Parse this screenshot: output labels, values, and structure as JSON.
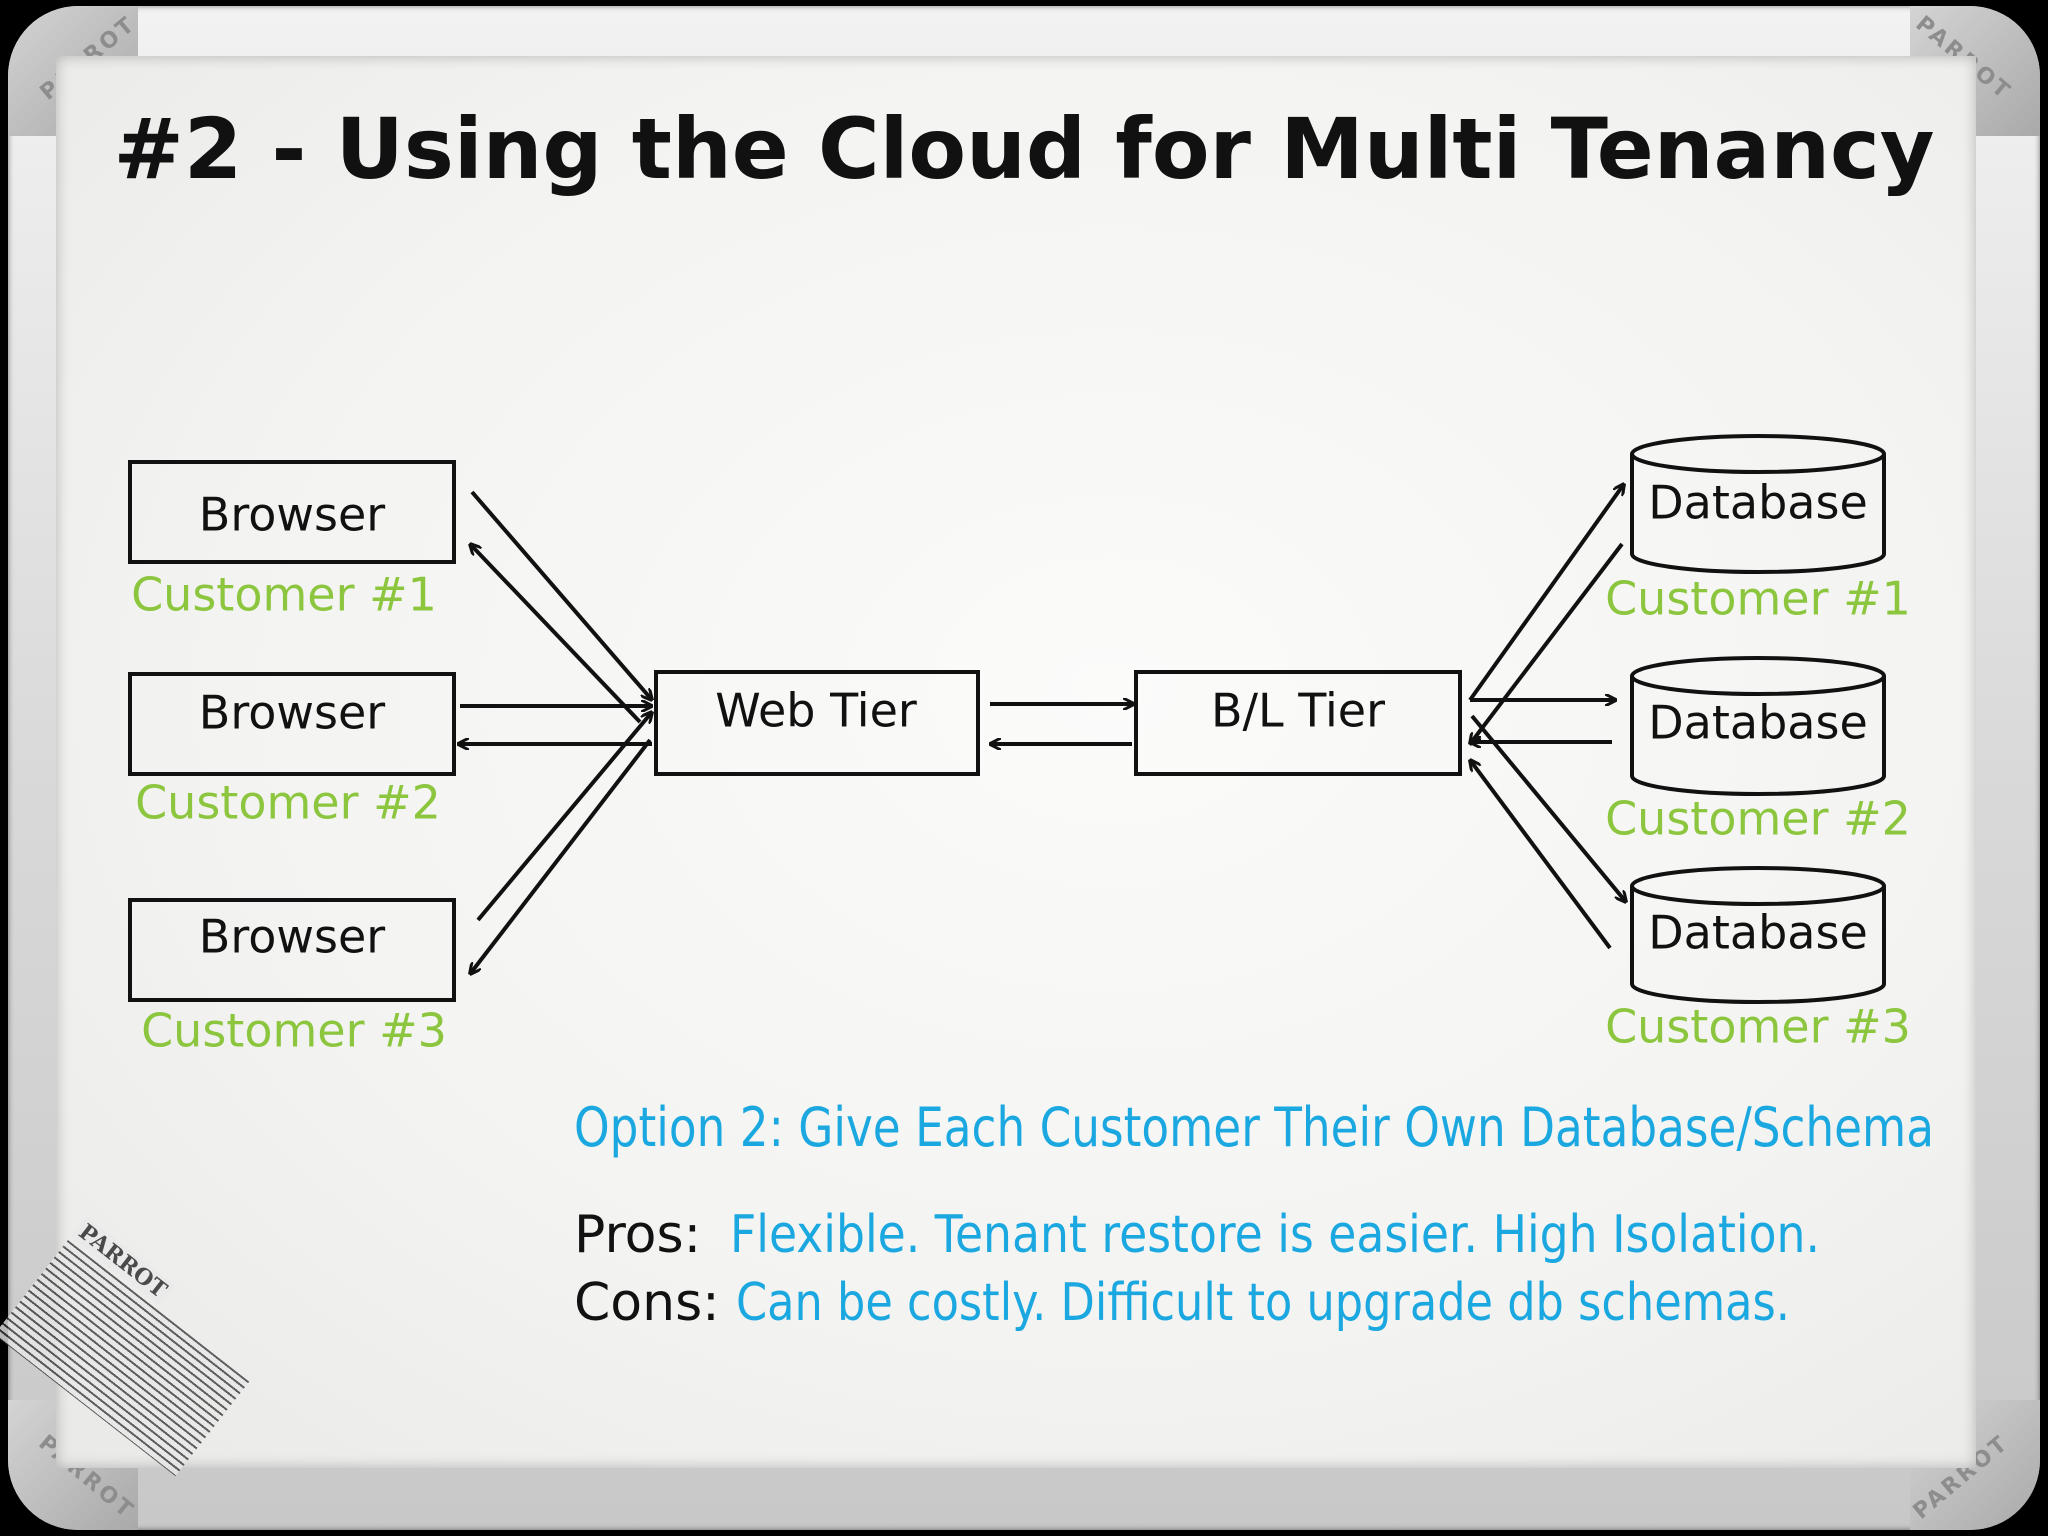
{
  "title": "#2 - Using the Cloud for Multi Tenancy",
  "frame_brand": "PARROT",
  "browsers": [
    {
      "label": "Browser",
      "customer": "Customer #1"
    },
    {
      "label": "Browser",
      "customer": "Customer #2"
    },
    {
      "label": "Browser",
      "customer": "Customer #3"
    }
  ],
  "web_tier": {
    "label": "Web Tier"
  },
  "bl_tier": {
    "label": "B/L Tier"
  },
  "databases": [
    {
      "label": "Database",
      "customer": "Customer #1"
    },
    {
      "label": "Database",
      "customer": "Customer #2"
    },
    {
      "label": "Database",
      "customer": "Customer #3"
    }
  ],
  "option": {
    "text": "Option 2:  Give Each Customer Their Own Database/Schema"
  },
  "pros": {
    "label": "Pros:",
    "text": "Flexible.  Tenant restore is easier.  High Isolation."
  },
  "cons": {
    "label": "Cons:",
    "text": "Can be costly.  Difficult to upgrade db schemas."
  },
  "colors": {
    "ink": "#111111",
    "customer": "#8cc63f",
    "option": "#1ba8e0"
  }
}
